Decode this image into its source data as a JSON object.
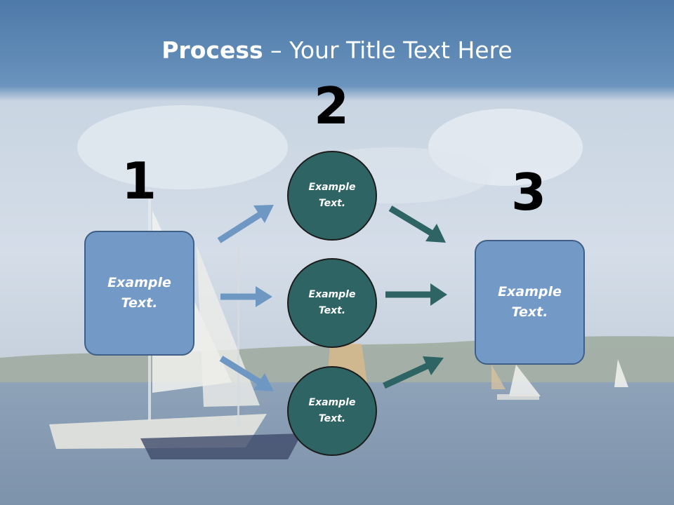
{
  "title": {
    "bold": "Process",
    "rest": " – Your Title Text Here"
  },
  "steps": [
    {
      "number": "1",
      "text_line1": "Example",
      "text_line2": "Text."
    },
    {
      "number": "2"
    },
    {
      "number": "3",
      "text_line1": "Example",
      "text_line2": "Text."
    }
  ],
  "circles": [
    {
      "text_line1": "Example",
      "text_line2": "Text."
    },
    {
      "text_line1": "Example",
      "text_line2": "Text."
    },
    {
      "text_line1": "Example",
      "text_line2": "Text."
    }
  ],
  "colors": {
    "box_fill": "#7399c6",
    "circle_fill": "#2f6464",
    "left_arrow": "#6f97c4",
    "right_arrow": "#2f6464"
  }
}
